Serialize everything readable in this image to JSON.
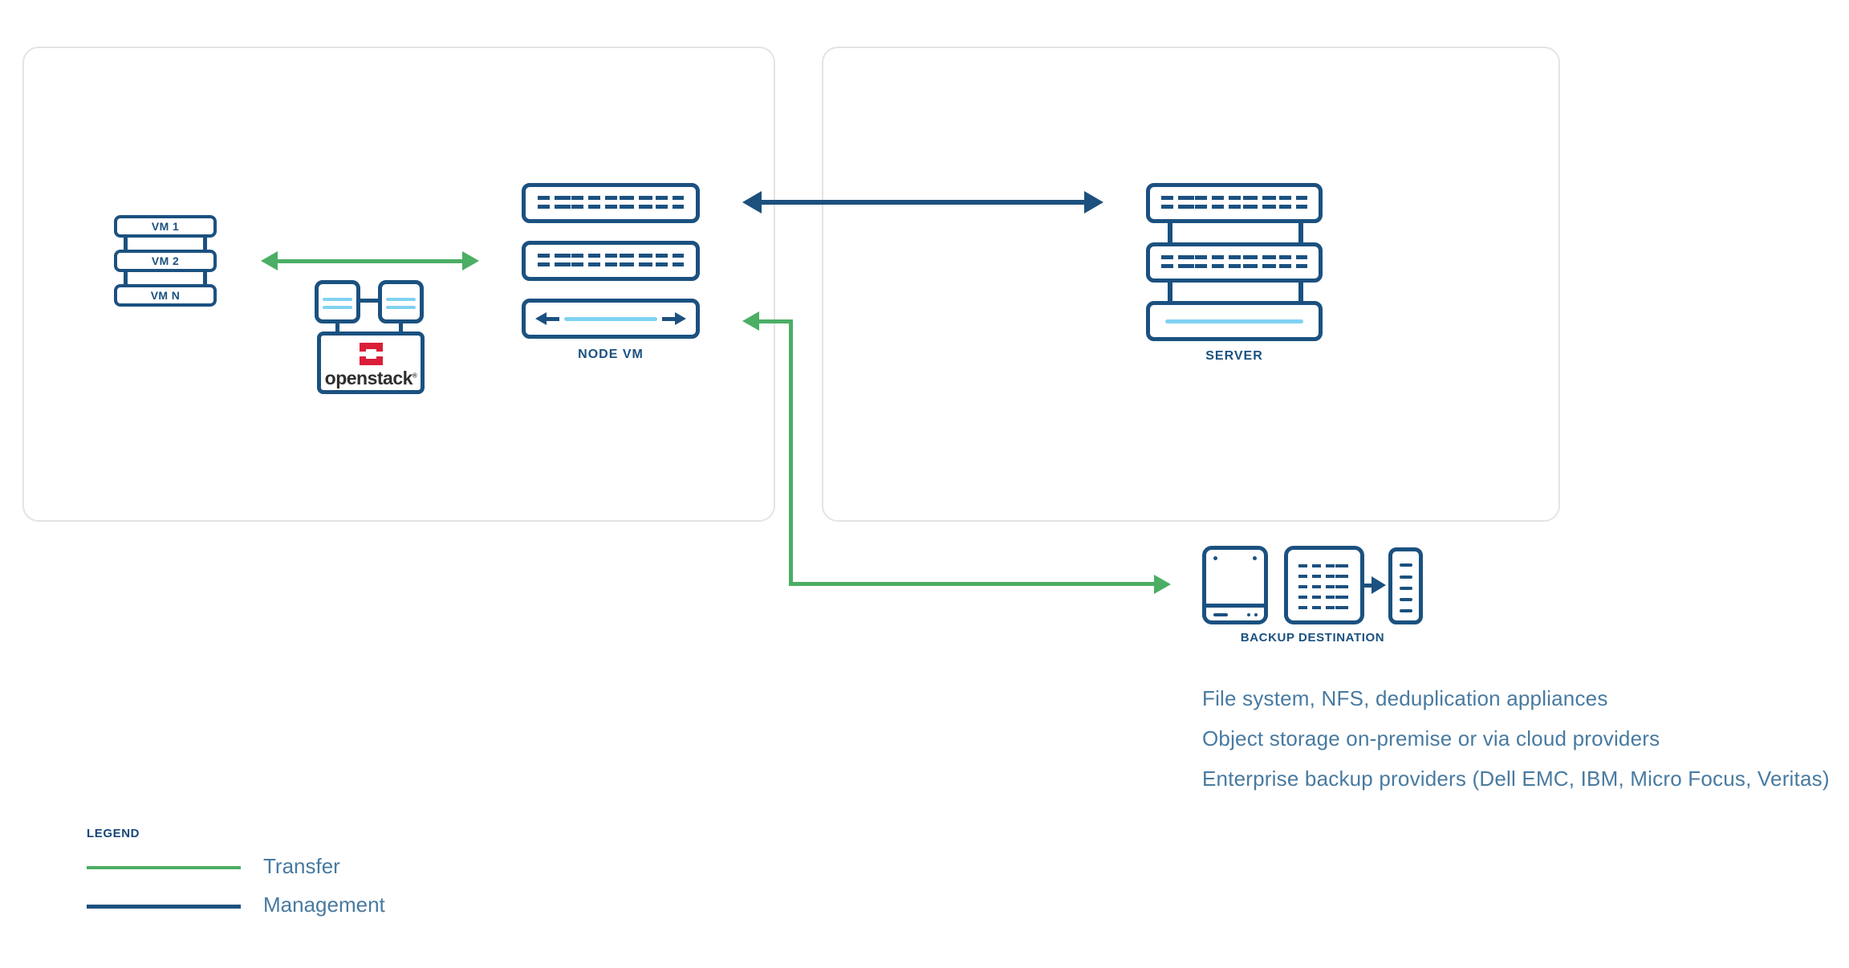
{
  "colors": {
    "navy": "#1b5180",
    "arrow_navy": "#1d507e",
    "light_blue": "#7fd2f1",
    "green": "#4bae64",
    "steel_text": "#487aa0",
    "openstack_red": "#da1e37",
    "panel_border": "#e4e4e4"
  },
  "left_panel": {
    "vm_stack": {
      "items": [
        "VM 1",
        "VM 2",
        "VM N"
      ]
    },
    "openstack": {
      "wordmark": "openstack",
      "registered": "®"
    },
    "node_vm": {
      "label": "NODE VM"
    }
  },
  "right_panel": {
    "server": {
      "label": "SERVER"
    }
  },
  "backup_destination": {
    "label": "BACKUP DESTINATION",
    "notes": [
      "File system, NFS, deduplication appliances",
      "Object storage on-premise or via cloud providers",
      "Enterprise backup providers (Dell EMC, IBM, Micro Focus, Veritas)"
    ]
  },
  "legend": {
    "title": "LEGEND",
    "items": [
      {
        "label": "Transfer",
        "color": "#4bae64"
      },
      {
        "label": "Management",
        "color": "#1d507e"
      }
    ]
  }
}
